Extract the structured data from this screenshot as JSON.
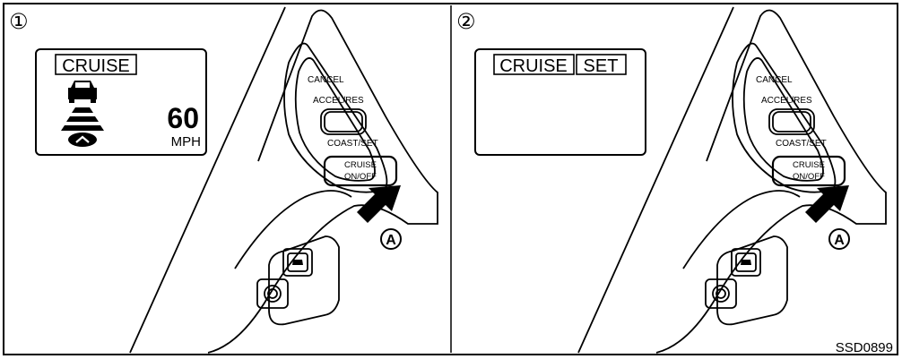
{
  "panels": [
    {
      "step_marker": "①",
      "display": {
        "indicators": [
          "CRUISE"
        ],
        "speed_value": "60",
        "speed_unit": "MPH",
        "icons": [
          "vehicle-ahead-icon",
          "distance-bars-icon",
          "own-vehicle-icon"
        ]
      },
      "switch_labels": {
        "cancel": "CANCEL",
        "accel_res": "ACCEL/RES",
        "coast_set": "COAST/SET",
        "cruise_line1": "CRUISE",
        "cruise_line2": "ON/OFF"
      },
      "callout": "A"
    },
    {
      "step_marker": "②",
      "display": {
        "indicators": [
          "CRUISE",
          "SET"
        ]
      },
      "switch_labels": {
        "cancel": "CANCEL",
        "accel_res": "ACCEL/RES",
        "coast_set": "COAST/SET",
        "cruise_line1": "CRUISE",
        "cruise_line2": "ON/OFF"
      },
      "callout": "A"
    }
  ],
  "figure_code": "SSD0899",
  "colors": {
    "line": "#000000",
    "background": "#ffffff"
  }
}
